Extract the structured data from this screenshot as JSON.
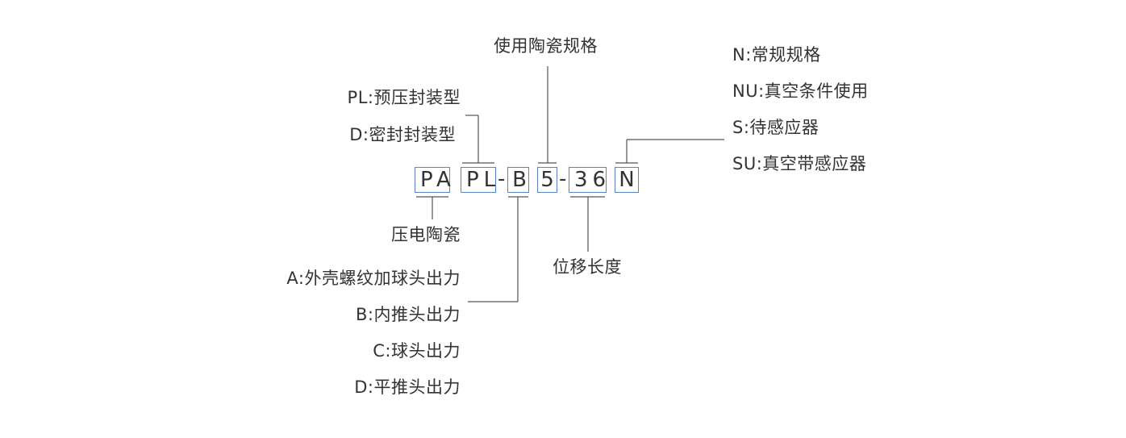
{
  "code": {
    "pa": "PA",
    "pl": "PL",
    "dash1": "-",
    "b": "B",
    "five": "5",
    "dash2": "-",
    "thirtysix": "36",
    "n": "N"
  },
  "top_left_labels": [
    "PL:预压封装型",
    "D:密封封装型"
  ],
  "top_center_label": "使用陶瓷规格",
  "top_right_labels": [
    "N:常规规格",
    "NU:真空条件使用",
    "S:待感应器",
    "SU:真空带感应器"
  ],
  "bottom_pa_label": "压电陶瓷",
  "bottom_b_labels": [
    "A:外壳螺纹加球头出力",
    "B:内推头出力",
    "C:球头出力",
    "D:平推头出力"
  ],
  "bottom_36_label": "位移长度",
  "colors": {
    "box_border": "#5b85c9",
    "line": "#555555",
    "text": "#333333"
  }
}
